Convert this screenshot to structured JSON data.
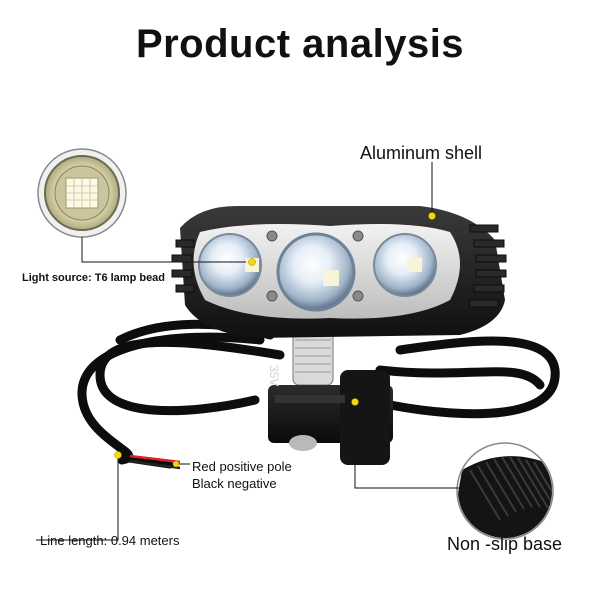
{
  "title": "Product analysis",
  "labels": {
    "aluminum_shell": "Aluminum shell",
    "light_source": "Light source: T6 lamp bead",
    "red_pole": "Red positive pole",
    "black_negative": "Black negative",
    "line_length": "Line length: 0.94 meters",
    "non_slip_base": "Non -slip base"
  },
  "body_text": "35V",
  "colors": {
    "marker": "#f5d90a",
    "body": "#1b1b1b",
    "cable": "#0d0d0d",
    "red_wire": "#d8232a"
  },
  "icons": [
    "lamp-bead-icon",
    "base-texture-icon"
  ]
}
